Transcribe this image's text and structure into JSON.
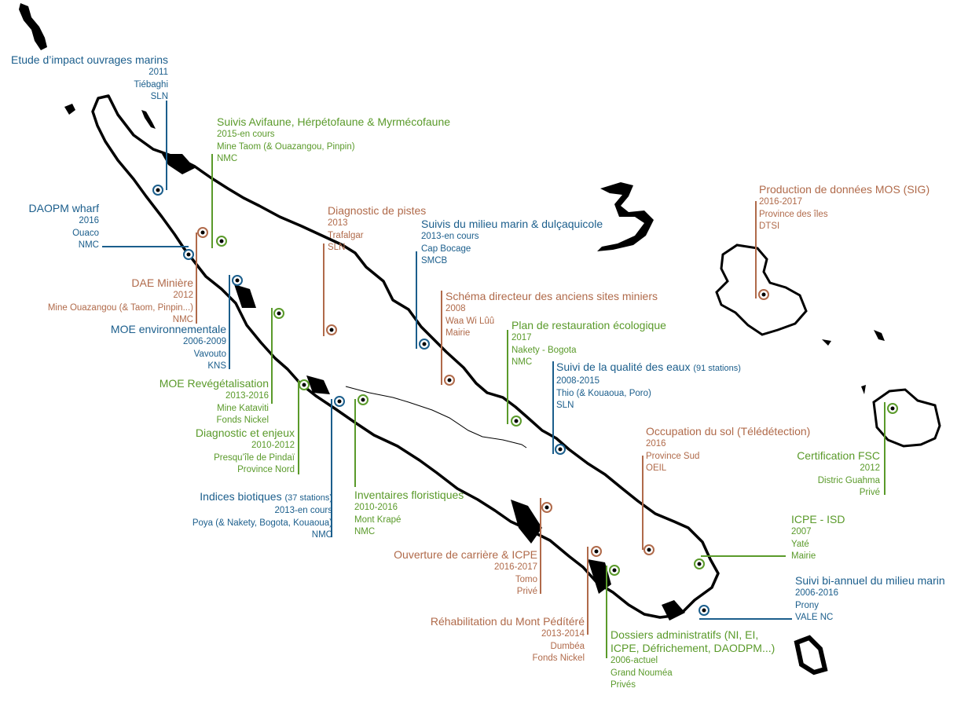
{
  "colors": {
    "blue": "#1b5e8c",
    "green": "#5a9a2a",
    "brown": "#b06a4a",
    "land": "#000000"
  },
  "projects": [
    {
      "title": "Etude d’impact ouvrages marins",
      "lines": [
        "2011",
        "Tiébaghi",
        "SLN"
      ],
      "color": "blue"
    },
    {
      "title": "Suivis Avifaune, Hérpétofaune & Myrmécofaune",
      "lines": [
        "2015-en cours",
        "Mine Taom (& Ouazangou, Pinpin)",
        "NMC"
      ],
      "color": "green"
    },
    {
      "title": "DAOPM wharf",
      "lines": [
        "2016",
        "Ouaco",
        "NMC"
      ],
      "color": "blue"
    },
    {
      "title": "Diagnostic de pistes",
      "lines": [
        "2013",
        "Trafalgar",
        "SLN"
      ],
      "color": "brown"
    },
    {
      "title": "Suivis du milieu marin & dulçaquicole",
      "lines": [
        "2013-en cours",
        "Cap Bocage",
        "SMCB"
      ],
      "color": "blue"
    },
    {
      "title": "Production de données MOS (SIG)",
      "lines": [
        "2016-2017",
        "Province des îles",
        "DTSI"
      ],
      "color": "brown"
    },
    {
      "title": "DAE Minière",
      "lines": [
        "2012",
        "Mine Ouazangou (& Taom, Pinpin...)",
        "NMC"
      ],
      "color": "brown"
    },
    {
      "title": "Schéma directeur des anciens sites miniers",
      "lines": [
        "2008",
        "Waa Wi Lûû",
        "Mairie"
      ],
      "color": "brown"
    },
    {
      "title": "MOE environnementale",
      "lines": [
        "2006-2009",
        "Vavouto",
        "KNS"
      ],
      "color": "blue"
    },
    {
      "title": "Plan de restauration écologique",
      "lines": [
        "2017",
        "Nakety - Bogota",
        "NMC"
      ],
      "color": "green"
    },
    {
      "title": "Suivi de la qualité des eaux",
      "title_note": "(91 stations)",
      "lines": [
        "2008-2015",
        "Thio (& Kouaoua, Poro)",
        "SLN"
      ],
      "color": "blue"
    },
    {
      "title": "MOE Revégétalisation",
      "lines": [
        "2013-2016",
        "Mine Kataviti",
        "Fonds Nickel"
      ],
      "color": "green"
    },
    {
      "title": "Diagnostic et enjeux",
      "lines": [
        "2010-2012",
        "Presqu’île de Pindaï",
        "Province Nord"
      ],
      "color": "green"
    },
    {
      "title": "Occupation du sol (Télédétection)",
      "lines": [
        "2016",
        "Province Sud",
        "OEIL"
      ],
      "color": "brown"
    },
    {
      "title": "Certification FSC",
      "lines": [
        "2012",
        "Distric Guahma",
        "Privé"
      ],
      "color": "green"
    },
    {
      "title": "Indices biotiques",
      "title_note": "(37 stations)",
      "lines": [
        "2013-en cours",
        "Poya (& Nakety, Bogota, Kouaoua)",
        "NMC"
      ],
      "color": "blue"
    },
    {
      "title": "Inventaires floristiques",
      "lines": [
        "2010-2016",
        "Mont Krapé",
        "NMC"
      ],
      "color": "green"
    },
    {
      "title": "ICPE - ISD",
      "lines": [
        "2007",
        "Yaté",
        "Mairie"
      ],
      "color": "green"
    },
    {
      "title": "Ouverture de carrière & ICPE",
      "lines": [
        "2016-2017",
        "Tomo",
        "Privé"
      ],
      "color": "brown"
    },
    {
      "title": "Suivi bi-annuel du milieu marin",
      "lines": [
        "2006-2016",
        "Prony",
        "VALE NC"
      ],
      "color": "blue"
    },
    {
      "title": "Réhabilitation du Mont Pédítéré",
      "lines": [
        "2013-2014",
        "Dumbéa",
        "Fonds Nickel"
      ],
      "color": "brown"
    },
    {
      "title": "Dossiers administratifs (NI, EI,",
      "title2": "ICPE, Défrichement, DAODPM...)",
      "lines": [
        "2006-actuel",
        "Grand Nouméa",
        "Privés"
      ],
      "color": "green"
    }
  ]
}
